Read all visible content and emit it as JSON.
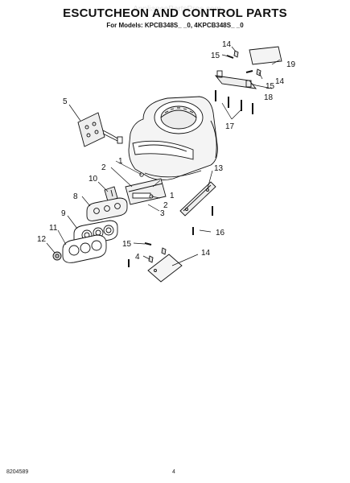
{
  "header": {
    "title": "ESCUTCHEON AND CONTROL PARTS",
    "subtitle": "For Models: KPCB348S_ _0, 4KPCB348S_ _0",
    "watermark": "AppliancePartsPros.com"
  },
  "footer": {
    "doc_number": "8204589",
    "page_number": "4"
  },
  "callouts": [
    "1",
    "1",
    "2",
    "2",
    "3",
    "4",
    "5",
    "8",
    "9",
    "10",
    "11",
    "12",
    "13",
    "14",
    "14",
    "14",
    "15",
    "15",
    "15",
    "16",
    "17",
    "18",
    "19"
  ]
}
